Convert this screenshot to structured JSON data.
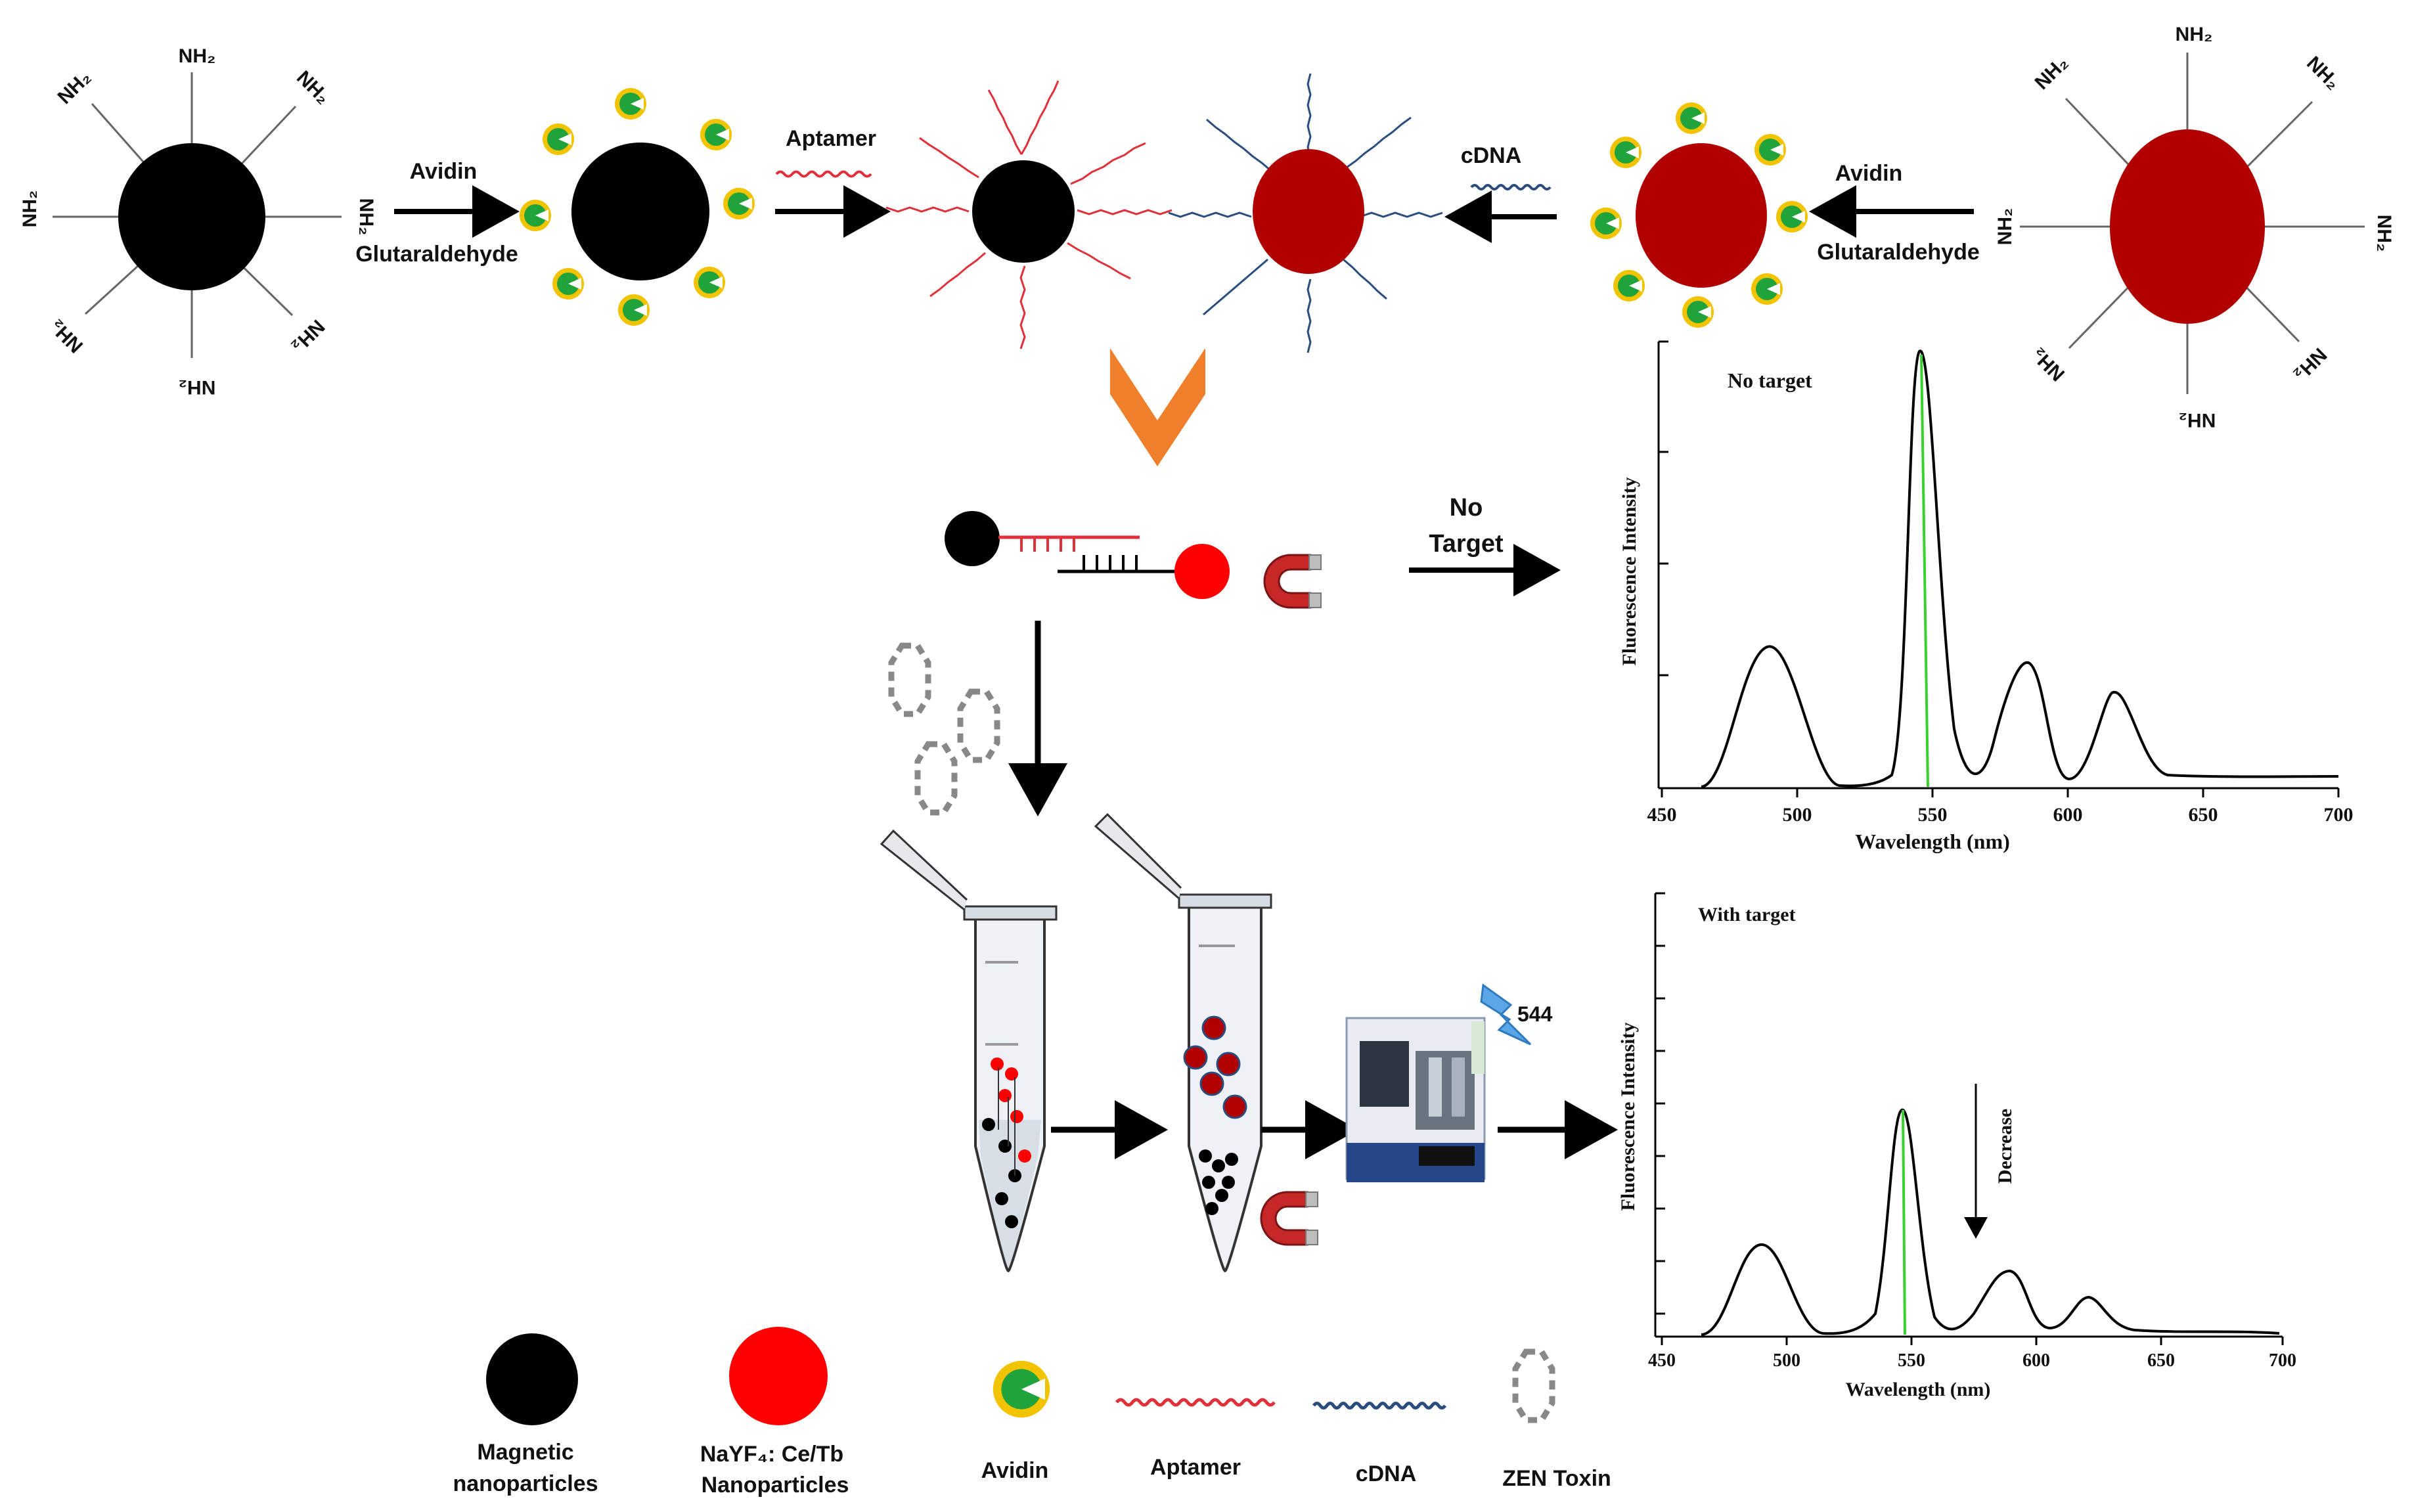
{
  "amine_label": "NH₂",
  "step_labels": {
    "avidin": "Avidin",
    "glutaraldehyde": "Glutaraldehyde",
    "aptamer": "Aptamer",
    "cdna": "cDNA",
    "no_target_line1": "No",
    "no_target_line2": "Target"
  },
  "instrument_wavelength": "544",
  "spectrum_no_target": {
    "panel_title": "No target",
    "ylabel": "Fluorescence Intensity",
    "xlabel": "Wavelength (nm)",
    "x_ticks": [
      "450",
      "500",
      "550",
      "600",
      "650",
      "700"
    ]
  },
  "spectrum_with_target": {
    "panel_title": "With target",
    "ylabel": "Fluorescence Intensity",
    "xlabel": "Wavelength (nm)",
    "x_ticks": [
      "450",
      "500",
      "550",
      "600",
      "650",
      "700"
    ],
    "annotation": "Decrease"
  },
  "legend": {
    "magnetic_line1": "Magnetic",
    "magnetic_line2": "nanoparticles",
    "nayf_line1": "NaYF₄: Ce/Tb",
    "nayf_line2": "Nanoparticles",
    "avidin": "Avidin",
    "aptamer": "Aptamer",
    "cdna": "cDNA",
    "zen": "ZEN Toxin"
  },
  "colors": {
    "magnetic": "#000000",
    "ucnp": "#b00000",
    "ucnp_legend": "#ff0000",
    "avidin_fill": "#1fa33a",
    "avidin_ring": "#f2c400",
    "aptamer": "#e0303a",
    "cdna": "#2b4c7e",
    "arrow_orange": "#ef7f2a",
    "peak_line": "#39d12f",
    "bolt": "#5aa6e6"
  }
}
